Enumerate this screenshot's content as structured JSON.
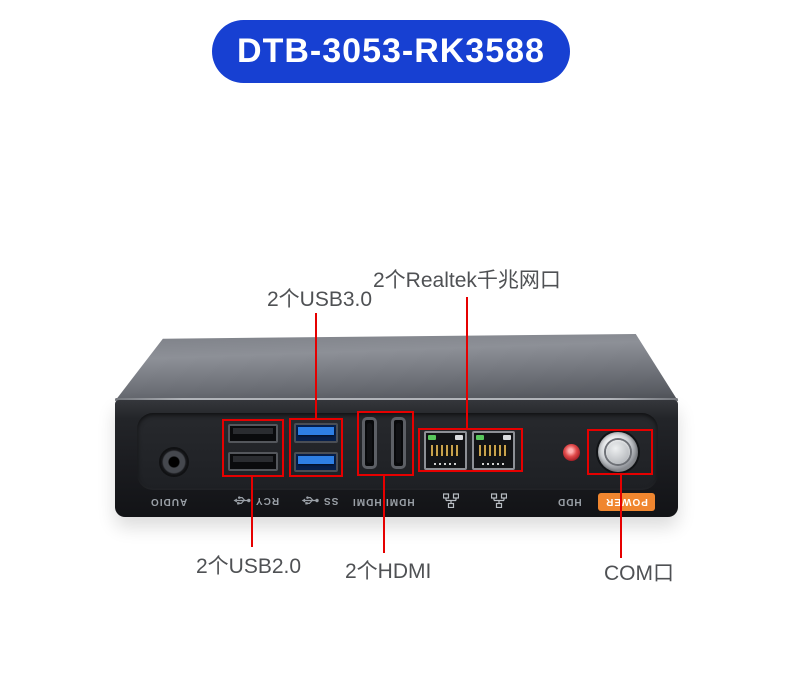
{
  "badge": {
    "model": "DTB-3053-RK3588",
    "bg_color": "#1740d2",
    "text_color": "#ffffff"
  },
  "annotations": {
    "line_color": "#e60000",
    "usb3": {
      "text": "2个USB3.0"
    },
    "lan": {
      "text": "2个Realtek千兆网口"
    },
    "usb2": {
      "text": "2个USB2.0"
    },
    "hdmi": {
      "text": "2个HDMI"
    },
    "com": {
      "text": "COM口"
    }
  },
  "device": {
    "port_labels": {
      "audio": "AUDIO",
      "recovery": "RCY",
      "superspeed": "SS",
      "hdmi_a": "HDMI",
      "hdmi_b": "HDMI",
      "hdd": "HDD",
      "power": "POWER"
    },
    "icons": [
      "usb-trident-icon",
      "usb3-trident-icon",
      "lan-icon",
      "lan-icon"
    ],
    "colors": {
      "usb3_port_blue": "#2e7fe4",
      "power_sticker_orange": "#f0862f",
      "hdd_led_red": "#d4303a",
      "silkscreen_gray": "#9aa0a7",
      "chassis_top_gray": "#8d9097",
      "chassis_front_black": "#1a1b1f"
    }
  }
}
